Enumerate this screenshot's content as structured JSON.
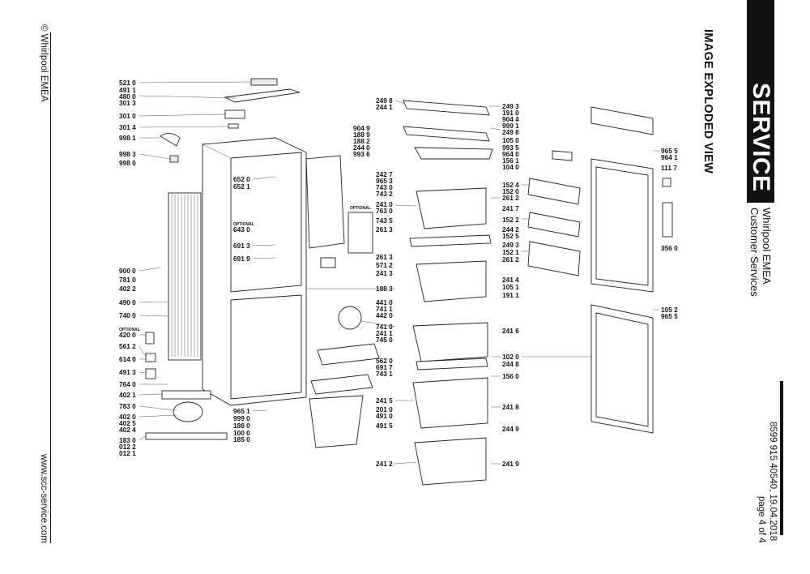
{
  "header": {
    "copyright": "© Whirlpool EMEA",
    "website": "www.scc-service.com",
    "title": "IMAGE EXPLODED VIEW",
    "service_label": "SERVICE",
    "brand_line1": "Whirlpool EMEA",
    "brand_line2": "Customer Services",
    "doc_ref": "8599 915 40540, 19.04.2018",
    "page": "page 4 of 4"
  },
  "part_labels": {
    "left_column": [
      "521 0",
      "491 1",
      "480 0",
      "301 3",
      "301 0",
      "301 4",
      "998 1",
      "998 3",
      "998 0",
      "900 0",
      "781 0",
      "402 2",
      "490 0",
      "740 0",
      "420 0",
      "561 2",
      "614 0",
      "491 3",
      "764 0",
      "402 1",
      "783 0",
      "402 0",
      "402 5",
      "402 4",
      "183 0",
      "012 2",
      "012 1"
    ],
    "cabinet_column": [
      "652 0",
      "652 1",
      "643 0",
      "691 3",
      "691 9",
      "965 1",
      "999 0",
      "188 0",
      "100 0",
      "185 0"
    ],
    "upper_center": [
      "904 9",
      "188 9",
      "188 2",
      "244 0",
      "993 6",
      "242 7",
      "965 3",
      "743 0",
      "743 2",
      "763 0",
      "743 5",
      "261 3",
      "261 3",
      "571 2",
      "241 3",
      "188 3"
    ],
    "evaporator_group": [
      "441 0",
      "741 1",
      "442 0",
      "741 0",
      "241 1",
      "745 0",
      "562 0",
      "691 7",
      "743 1",
      "201 0",
      "491 0",
      "491 5"
    ],
    "center_column": [
      "249 8",
      "244 1",
      "241 0",
      "241 5",
      "241 2"
    ],
    "right_column": [
      "249 3",
      "191 0",
      "904 4",
      "999 1",
      "249 8",
      "105 0",
      "993 5",
      "964 0",
      "156 1",
      "104 0",
      "152 4",
      "152 0",
      "261 2",
      "241 7",
      "152 2",
      "244 2",
      "152 5",
      "249 3",
      "152 1",
      "261 2",
      "241 4",
      "105 1",
      "191 1",
      "241 6",
      "102 0",
      "244 8",
      "156 0",
      "241 8",
      "244 9",
      "241 9"
    ],
    "door_column": [
      "965 5",
      "964 1",
      "111 7",
      "356 0",
      "105 2",
      "965 5"
    ],
    "tags": [
      "OPTIONAL",
      "OPTIONAL",
      "OPTIONAL"
    ]
  }
}
